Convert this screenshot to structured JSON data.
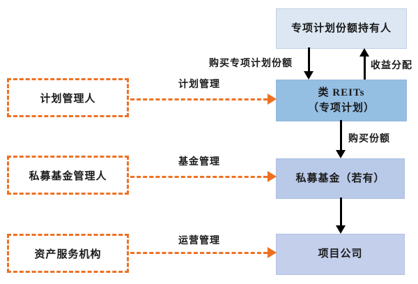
{
  "diagram": {
    "title": "quasi-REITs-structure-flow",
    "right_boxes": [
      {
        "id": "holder",
        "label": "专项计划份额持有人"
      },
      {
        "id": "reits",
        "label_line1": "类 REITs",
        "label_line2": "（专项计划）"
      },
      {
        "id": "fund",
        "label": "私募基金（若有）"
      },
      {
        "id": "project",
        "label": "项目公司"
      }
    ],
    "left_boxes": [
      {
        "id": "plan-manager",
        "label": "计划管理人"
      },
      {
        "id": "pe-fund-manager",
        "label": "私募基金管理人"
      },
      {
        "id": "asset-servicer",
        "label": "资产服务机构"
      }
    ],
    "flow_labels": {
      "buy_plan_shares": "购买专项计划份额",
      "income_distribution": "收益分配",
      "buy_shares": "购买份额",
      "plan_management": "计划管理",
      "fund_management": "基金管理",
      "operation_management": "运营管理"
    },
    "colors": {
      "holder_box_bg": "#dce7f3",
      "reits_box_bg": "#95bee3",
      "fund_box_bg": "#b9c9e8",
      "project_box_bg": "#c3cfeb",
      "dashed_orange": "#ee7123",
      "arrow_black": "#000000",
      "text": "#1a1a1a",
      "background": "#ffffff"
    }
  }
}
